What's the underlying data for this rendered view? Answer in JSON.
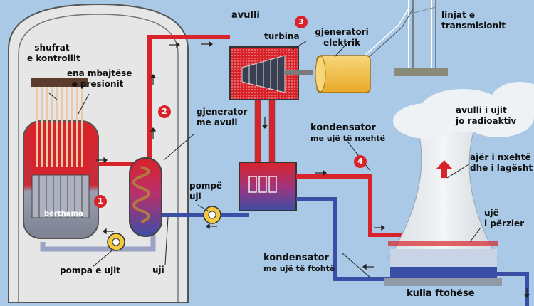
{
  "labels": {
    "steam": "avulli",
    "turbine": "turbina",
    "generator_l1": "gjeneratori",
    "generator_l2": "elektrik",
    "lines_l1": "linjat e",
    "lines_l2": "transmisionit",
    "control_rods_l1": "shufrat",
    "control_rods_l2": "e kontrollit",
    "pressure_vessel_l1": "ena mbajtëse",
    "pressure_vessel_l2": "e presionit",
    "steam_gen_l1": "gjenerator",
    "steam_gen_l2": "me avull",
    "core": "bërthama",
    "water_pump": "pompa e ujit",
    "pump_l1": "pompë",
    "pump_l2": "uji",
    "water": "uji",
    "hot_cond_l1": "kondensator",
    "hot_cond_l2": "me ujë të nxehtë",
    "cold_cond_l1": "kondensator",
    "cold_cond_l2": "me ujë të ftohtë",
    "nonradio_steam_l1": "avulli i ujit",
    "nonradio_steam_l2": "jo radioaktiv",
    "hot_air_l1": "ajër i nxehtë",
    "hot_air_l2": "dhe i lagësht",
    "mixed_water_l1": "ujë",
    "mixed_water_l2": "i përzier",
    "cooling_tower": "kulla ftohëse"
  },
  "badges": [
    "1",
    "2",
    "3",
    "4"
  ],
  "colors": {
    "background": "#a9c9e6",
    "hot": "#d8232a",
    "cold": "#3b4ea6",
    "building": "#e6e6e6",
    "generator": "#f3c64a"
  }
}
